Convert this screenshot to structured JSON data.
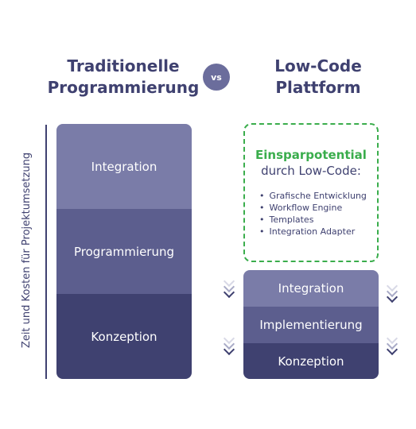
{
  "header": {
    "left_title_line1": "Traditionelle",
    "left_title_line2": "Programmierung",
    "vs": "vs",
    "right_title_line1": "Low-Code",
    "right_title_line2": "Plattform"
  },
  "axis_label": "Zeit und Kosten für Projektumsetzung",
  "traditional_stack": [
    "Integration",
    "Programmierung",
    "Konzeption"
  ],
  "lowcode_stack": [
    "Integration",
    "Implementierung",
    "Konzeption"
  ],
  "savings": {
    "title": "Einsparpotential",
    "subtitle": "durch Low-Code:",
    "items": [
      "Grafische Entwicklung",
      "Workflow Engine",
      "Templates",
      "Integration Adapter"
    ]
  },
  "colors": {
    "dark": "#3f4170",
    "mid": "#5c5e8e",
    "light": "#7a7ca8",
    "accent_green": "#3aad4c"
  },
  "icons": [
    "chevron-down-icon"
  ]
}
